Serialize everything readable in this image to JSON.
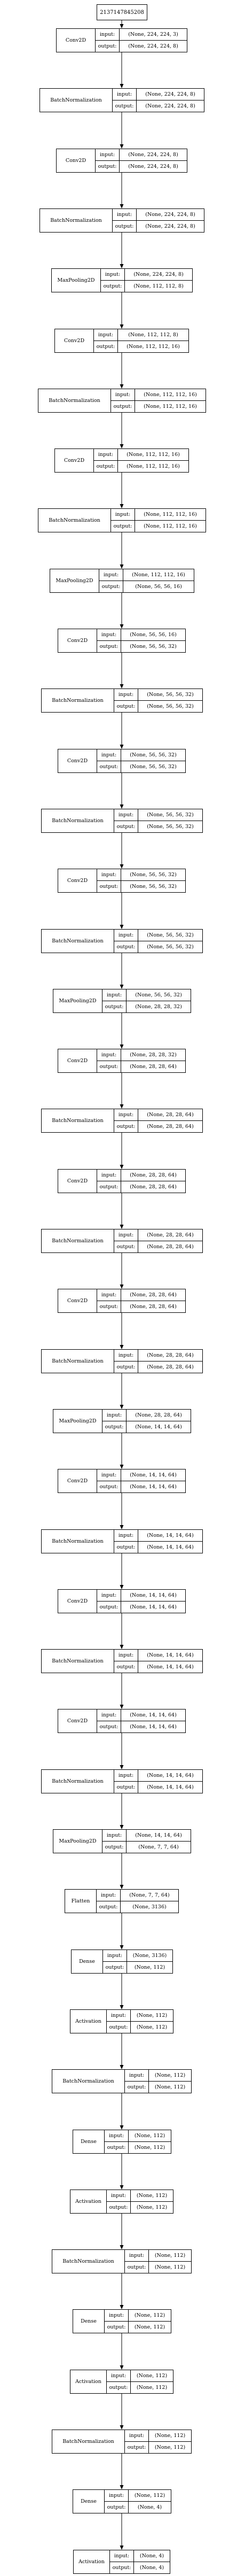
{
  "input_node": {
    "label": "2137147845208"
  },
  "io_labels": {
    "input": "input:",
    "output": "output:"
  },
  "layers": [
    {
      "type": "Conv2D",
      "input": "(None, 224, 224, 3)",
      "output": "(None, 224, 224, 8)"
    },
    {
      "type": "BatchNormalization",
      "input": "(None, 224, 224, 8)",
      "output": "(None, 224, 224, 8)"
    },
    {
      "type": "Conv2D",
      "input": "(None, 224, 224, 8)",
      "output": "(None, 224, 224, 8)"
    },
    {
      "type": "BatchNormalization",
      "input": "(None, 224, 224, 8)",
      "output": "(None, 224, 224, 8)"
    },
    {
      "type": "MaxPooling2D",
      "input": "(None, 224, 224, 8)",
      "output": "(None, 112, 112, 8)"
    },
    {
      "type": "Conv2D",
      "input": "(None, 112, 112, 8)",
      "output": "(None, 112, 112, 16)"
    },
    {
      "type": "BatchNormalization",
      "input": "(None, 112, 112, 16)",
      "output": "(None, 112, 112, 16)"
    },
    {
      "type": "Conv2D",
      "input": "(None, 112, 112, 16)",
      "output": "(None, 112, 112, 16)"
    },
    {
      "type": "BatchNormalization",
      "input": "(None, 112, 112, 16)",
      "output": "(None, 112, 112, 16)"
    },
    {
      "type": "MaxPooling2D",
      "input": "(None, 112, 112, 16)",
      "output": "(None, 56, 56, 16)"
    },
    {
      "type": "Conv2D",
      "input": "(None, 56, 56, 16)",
      "output": "(None, 56, 56, 32)"
    },
    {
      "type": "BatchNormalization",
      "input": "(None, 56, 56, 32)",
      "output": "(None, 56, 56, 32)"
    },
    {
      "type": "Conv2D",
      "input": "(None, 56, 56, 32)",
      "output": "(None, 56, 56, 32)"
    },
    {
      "type": "BatchNormalization",
      "input": "(None, 56, 56, 32)",
      "output": "(None, 56, 56, 32)"
    },
    {
      "type": "Conv2D",
      "input": "(None, 56, 56, 32)",
      "output": "(None, 56, 56, 32)"
    },
    {
      "type": "BatchNormalization",
      "input": "(None, 56, 56, 32)",
      "output": "(None, 56, 56, 32)"
    },
    {
      "type": "MaxPooling2D",
      "input": "(None, 56, 56, 32)",
      "output": "(None, 28, 28, 32)"
    },
    {
      "type": "Conv2D",
      "input": "(None, 28, 28, 32)",
      "output": "(None, 28, 28, 64)"
    },
    {
      "type": "BatchNormalization",
      "input": "(None, 28, 28, 64)",
      "output": "(None, 28, 28, 64)"
    },
    {
      "type": "Conv2D",
      "input": "(None, 28, 28, 64)",
      "output": "(None, 28, 28, 64)"
    },
    {
      "type": "BatchNormalization",
      "input": "(None, 28, 28, 64)",
      "output": "(None, 28, 28, 64)"
    },
    {
      "type": "Conv2D",
      "input": "(None, 28, 28, 64)",
      "output": "(None, 28, 28, 64)"
    },
    {
      "type": "BatchNormalization",
      "input": "(None, 28, 28, 64)",
      "output": "(None, 28, 28, 64)"
    },
    {
      "type": "MaxPooling2D",
      "input": "(None, 28, 28, 64)",
      "output": "(None, 14, 14, 64)"
    },
    {
      "type": "Conv2D",
      "input": "(None, 14, 14, 64)",
      "output": "(None, 14, 14, 64)"
    },
    {
      "type": "BatchNormalization",
      "input": "(None, 14, 14, 64)",
      "output": "(None, 14, 14, 64)"
    },
    {
      "type": "Conv2D",
      "input": "(None, 14, 14, 64)",
      "output": "(None, 14, 14, 64)"
    },
    {
      "type": "BatchNormalization",
      "input": "(None, 14, 14, 64)",
      "output": "(None, 14, 14, 64)"
    },
    {
      "type": "Conv2D",
      "input": "(None, 14, 14, 64)",
      "output": "(None, 14, 14, 64)"
    },
    {
      "type": "BatchNormalization",
      "input": "(None, 14, 14, 64)",
      "output": "(None, 14, 14, 64)"
    },
    {
      "type": "MaxPooling2D",
      "input": "(None, 14, 14, 64)",
      "output": "(None, 7, 7, 64)"
    },
    {
      "type": "Flatten",
      "input": "(None, 7, 7, 64)",
      "output": "(None, 3136)"
    },
    {
      "type": "Dense",
      "input": "(None, 3136)",
      "output": "(None, 112)"
    },
    {
      "type": "Activation",
      "input": "(None, 112)",
      "output": "(None, 112)"
    },
    {
      "type": "BatchNormalization",
      "input": "(None, 112)",
      "output": "(None, 112)"
    },
    {
      "type": "Dense",
      "input": "(None, 112)",
      "output": "(None, 112)"
    },
    {
      "type": "Activation",
      "input": "(None, 112)",
      "output": "(None, 112)"
    },
    {
      "type": "BatchNormalization",
      "input": "(None, 112)",
      "output": "(None, 112)"
    },
    {
      "type": "Dense",
      "input": "(None, 112)",
      "output": "(None, 112)"
    },
    {
      "type": "Activation",
      "input": "(None, 112)",
      "output": "(None, 112)"
    },
    {
      "type": "BatchNormalization",
      "input": "(None, 112)",
      "output": "(None, 112)"
    },
    {
      "type": "Dense",
      "input": "(None, 112)",
      "output": "(None, 4)"
    },
    {
      "type": "Activation",
      "input": "(None, 4)",
      "output": "(None, 4)"
    }
  ]
}
